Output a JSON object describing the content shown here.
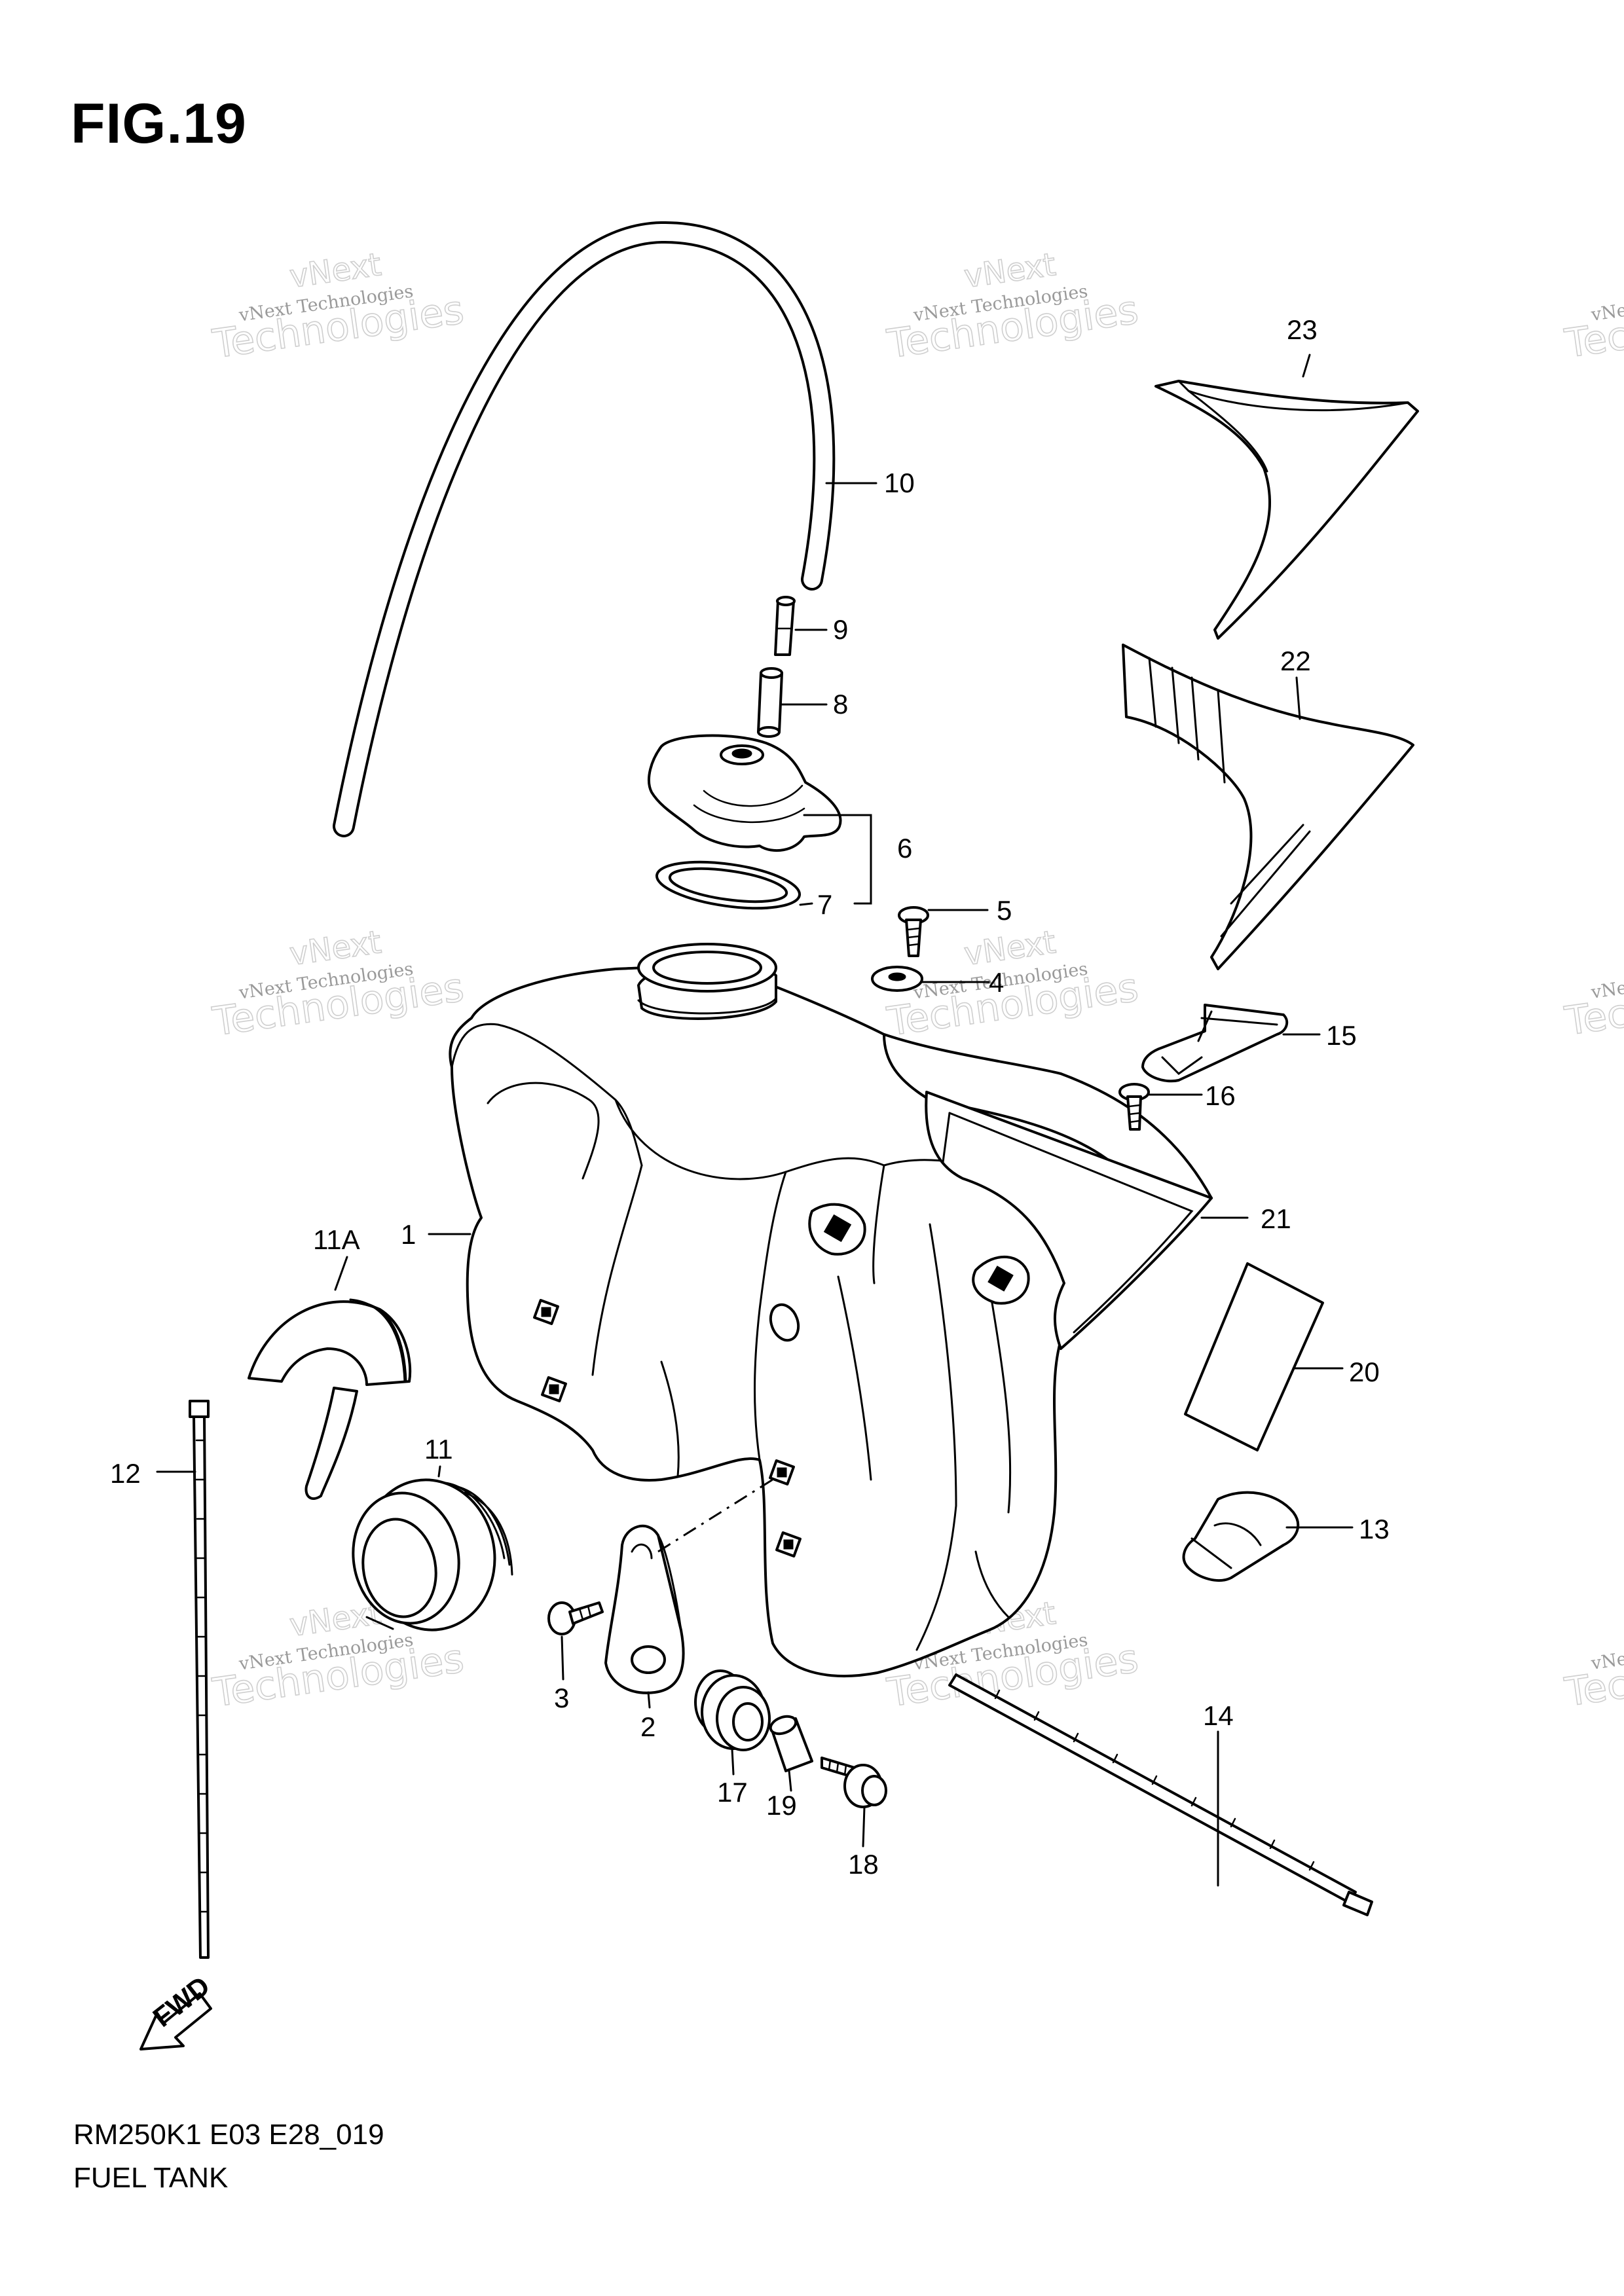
{
  "figure": {
    "title": "FIG.19"
  },
  "footer": {
    "model_code": "RM250K1 E03 E28_019",
    "diagram_name": "FUEL TANK"
  },
  "watermark": {
    "line1": "vNext Technologies",
    "line2": "vNext",
    "line3": "Technologies"
  },
  "callouts": {
    "c1": "1",
    "c2": "2",
    "c3": "3",
    "c4": "4",
    "c5": "5",
    "c6": "6",
    "c7": "7",
    "c8": "8",
    "c9": "9",
    "c10": "10",
    "c11": "11",
    "c11a": "11A",
    "c12": "12",
    "c13": "13",
    "c14": "14",
    "c15": "15",
    "c16": "16",
    "c17": "17",
    "c18": "18",
    "c19": "19",
    "c20": "20",
    "c21": "21",
    "c22": "22",
    "c23": "23"
  },
  "direction_marker": {
    "label": "FWD"
  }
}
